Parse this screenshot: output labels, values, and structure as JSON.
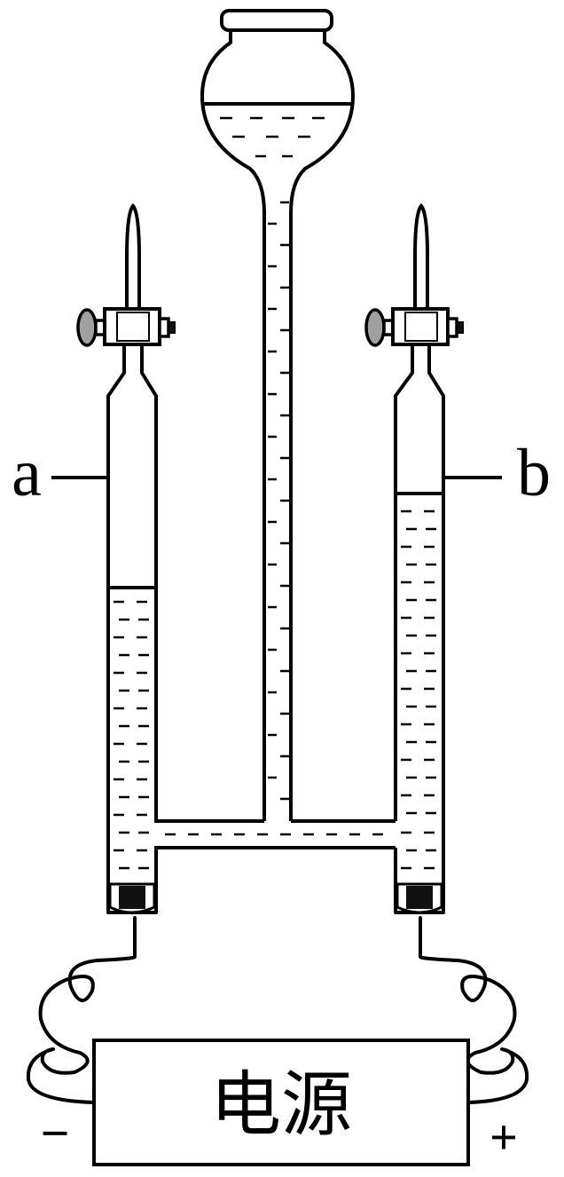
{
  "diagram": {
    "label_a": "a",
    "label_b": "b",
    "power_source_label": "电源",
    "negative_terminal": "−",
    "positive_terminal": "+",
    "colors": {
      "stroke": "#000000",
      "background": "#ffffff",
      "valve_fill": "#a0a0a0",
      "electrode_fill": "#111111"
    }
  }
}
